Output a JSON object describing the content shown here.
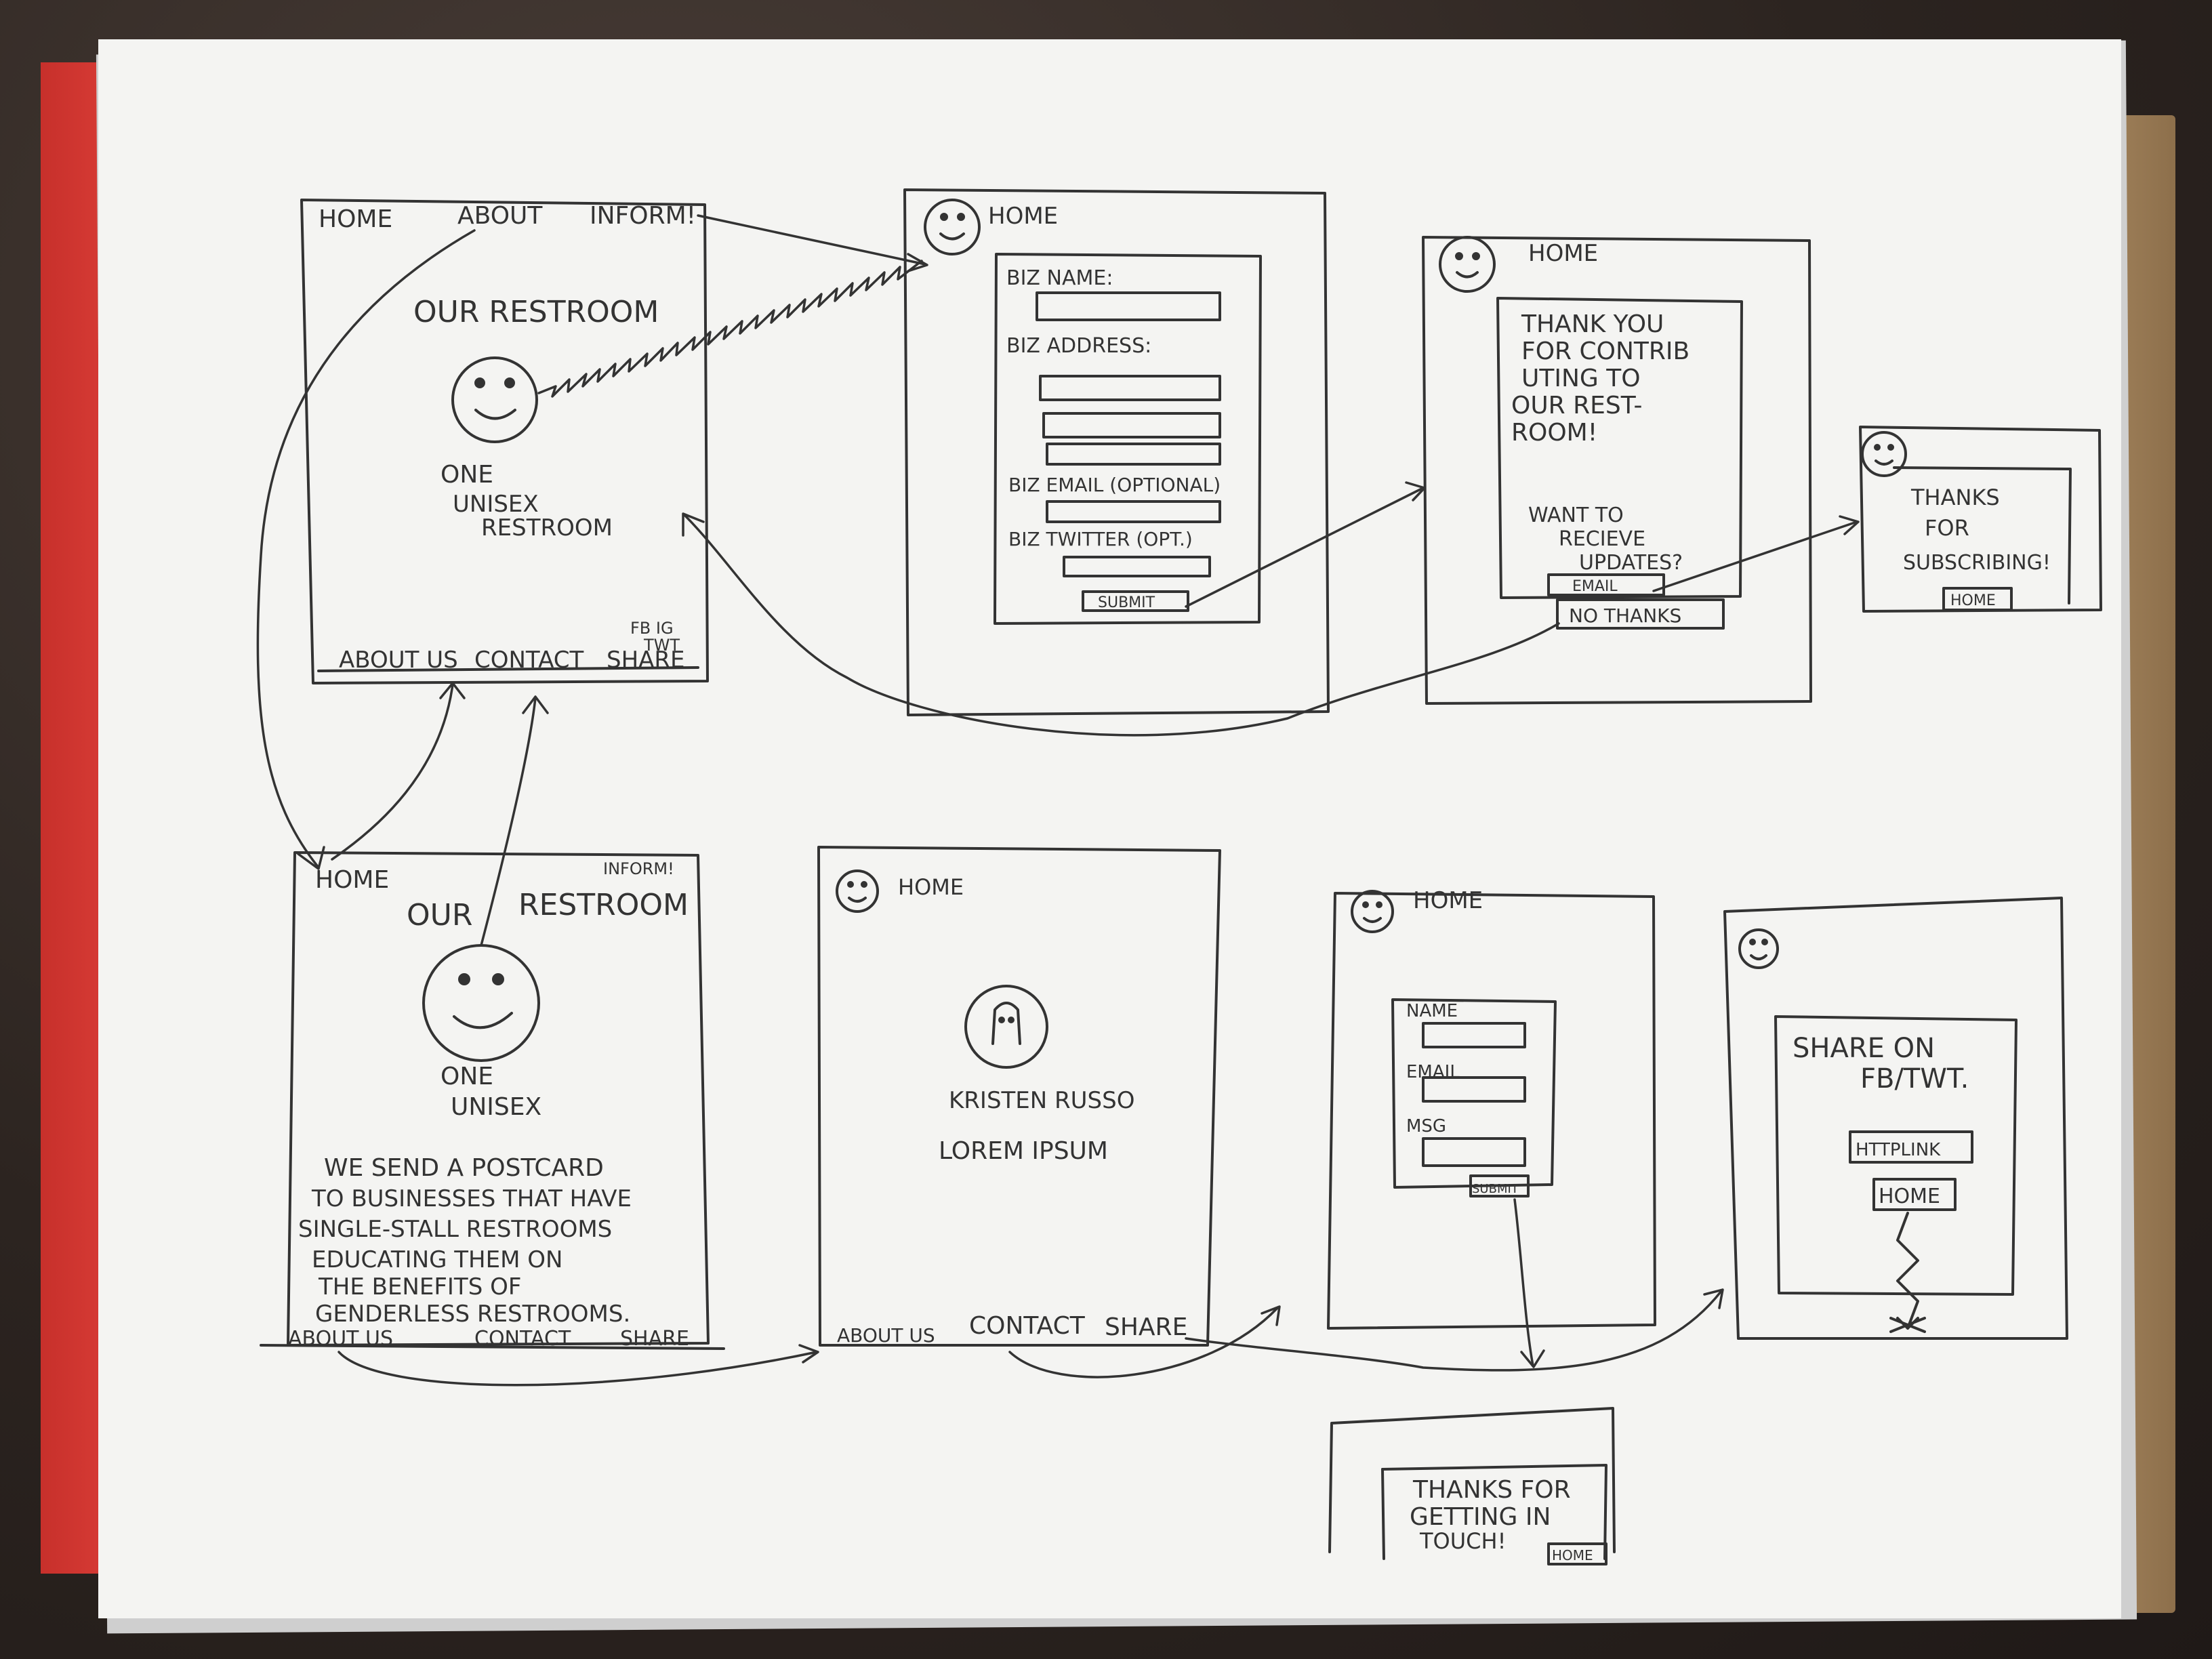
{
  "sketch": {
    "colors": {
      "ink": "#333333",
      "paper": "#f4f4f2",
      "folder": "#e4443d",
      "table": "#2f2622"
    },
    "screen1": {
      "nav_home": "HOME",
      "nav_about": "ABOUT",
      "nav_inform": "INFORM!",
      "title": "OUR RESTROOM",
      "line1": "ONE",
      "line2": "UNISEX",
      "line3": "RESTROOM",
      "share_note1": "FB IG",
      "share_note2": "TWT",
      "footer_about": "ABOUT US",
      "footer_contact": "CONTACT",
      "footer_share": "SHARE",
      "icon": "smiley-icon"
    },
    "screen2": {
      "nav_home": "HOME",
      "biz_name": "BIZ NAME:",
      "biz_address": "BIZ ADDRESS:",
      "biz_email": "BIZ EMAIL (OPTIONAL)",
      "biz_twitter": "BIZ TWITTER (OPT.)",
      "submit": "SUBMIT"
    },
    "screen3": {
      "nav_home": "HOME",
      "msg1": "THANK YOU",
      "msg2": "FOR CONTRIB",
      "msg3": "UTING TO",
      "msg4": "OUR REST-",
      "msg5": "ROOM!",
      "q1": "WANT TO",
      "q2": "RECIEVE",
      "q3": "UPDATES?",
      "email_btn": "EMAIL",
      "no_thanks": "NO THANKS"
    },
    "screen4": {
      "msg1": "THANKS",
      "msg2": "FOR",
      "msg3": "SUBSCRIBING!",
      "home_btn": "HOME"
    },
    "screen5": {
      "nav_home": "HOME",
      "nav_inform": "INFORM!",
      "title_a": "OUR",
      "title_b": "RESTROOM",
      "line1": "ONE",
      "line2": "UNISEX",
      "para1": "WE SEND A POSTCARD",
      "para2": "TO BUSINESSES THAT HAVE",
      "para3": "SINGLE-STALL RESTROOMS",
      "para4": "EDUCATING THEM ON",
      "para5": "THE BENEFITS OF",
      "para6": "GENDERLESS RESTROOMS.",
      "footer_about": "ABOUT US",
      "footer_contact": "CONTACT",
      "footer_share": "SHARE"
    },
    "screen6": {
      "nav_home": "HOME",
      "name": "KRISTEN RUSSO",
      "lorem": "LOREM IPSUM",
      "footer_about": "ABOUT US",
      "footer_contact": "CONTACT",
      "footer_share": "SHARE"
    },
    "screen7": {
      "nav_home": "HOME",
      "name": "NAME",
      "email": "EMAIL",
      "msg": "MSG",
      "submit": "SUBMIT"
    },
    "screen8": {
      "msg1": "SHARE ON",
      "msg2": "FB/TWT.",
      "link": "HTTPLINK",
      "home_btn": "HOME"
    },
    "screen9": {
      "msg1": "THANKS FOR",
      "msg2": "GETTING IN",
      "msg3": "TOUCH!",
      "home_btn": "HOME"
    }
  }
}
